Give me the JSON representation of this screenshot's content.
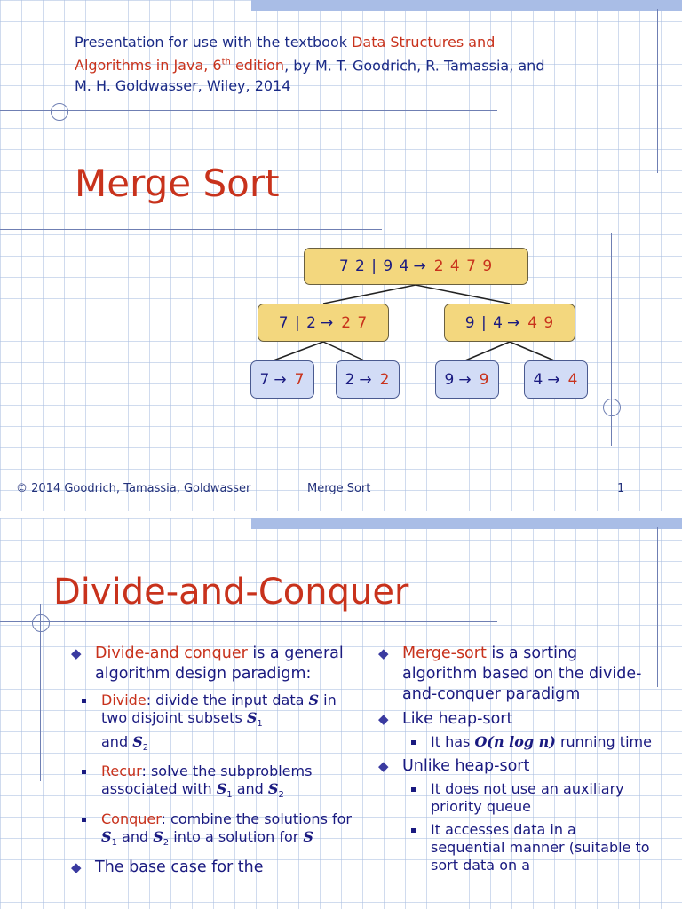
{
  "slide1": {
    "intro": {
      "prefix": "Presentation for use with the textbook ",
      "book_part1": "Data Structures and Algorithms in Java, 6",
      "sup": "th",
      "book_part2": " edition",
      "suffix": ", by M. T. Goodrich, R. Tamassia, and M. H. Goldwasser, Wiley, 2014"
    },
    "title": "Merge Sort",
    "tree": {
      "root": {
        "input": "7 2 | 9 4",
        "arrow": "→",
        "output": "2 4 7 9"
      },
      "left": {
        "input": "7 | 2",
        "arrow": "→",
        "output": "2 7"
      },
      "right": {
        "input": "9 | 4",
        "arrow": "→",
        "output": "4 9"
      },
      "leaves": [
        {
          "input": "7",
          "arrow": "→",
          "output": "7"
        },
        {
          "input": "2",
          "arrow": "→",
          "output": "2"
        },
        {
          "input": "9",
          "arrow": "→",
          "output": "9"
        },
        {
          "input": "4",
          "arrow": "→",
          "output": "4"
        }
      ]
    },
    "footer": {
      "copyright": "© 2014 Goodrich, Tamassia, Goldwasser",
      "topic": "Merge Sort",
      "page": "1"
    }
  },
  "slide2": {
    "title": "Divide-and-Conquer",
    "left": {
      "b1_term": "Divide-and conquer",
      "b1_text": " is a general algorithm design paradigm:",
      "divide_term": "Divide",
      "divide_text1": ": divide the input data ",
      "S": "S",
      "divide_text2": " in two disjoint subsets ",
      "S1": "S",
      "sub1": "1",
      "and": " and ",
      "S2": "S",
      "sub2": "2",
      "recur_term": "Recur",
      "recur_text": ": solve the subproblems associated with ",
      "conquer_term": "Conquer",
      "conquer_text1": ": combine the solutions for ",
      "conquer_text2": " into a solution for ",
      "b2_text": "The base case for the"
    },
    "right": {
      "b1_term": "Merge-sort",
      "b1_text": " is a sorting algorithm based on the divide-and-conquer paradigm",
      "b2_text": "Like heap-sort",
      "b2_sub1_prefix": "It has ",
      "b2_sub1_math": "O(n log n)",
      "b2_sub1_suffix": " running time",
      "b3_text": "Unlike heap-sort",
      "b3_sub1": "It does not use an auxiliary priority queue",
      "b3_sub2": "It accesses data in a sequential manner (suitable to sort data on a"
    }
  },
  "colors": {
    "title": "#c8321c",
    "text": "#1a1a80",
    "node_yellow": "#f3d77e",
    "node_blue": "#d2dcf6"
  }
}
